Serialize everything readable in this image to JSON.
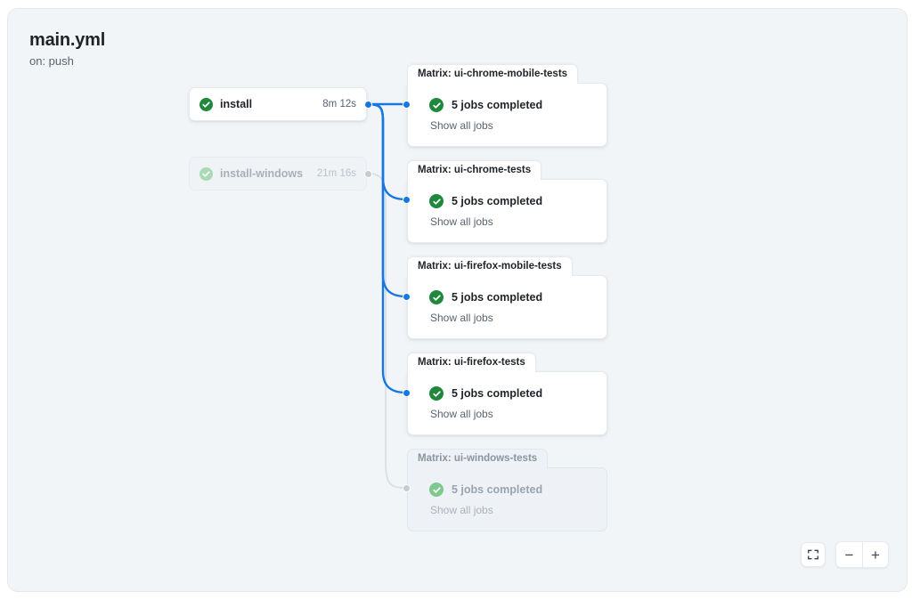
{
  "workflow": {
    "title": "main.yml",
    "trigger": "on: push"
  },
  "jobs": [
    {
      "id": "install",
      "name": "install",
      "duration": "8m 12s",
      "status": "success",
      "dimmed": false
    },
    {
      "id": "install-windows",
      "name": "install-windows",
      "duration": "21m 16s",
      "status": "success",
      "dimmed": true
    }
  ],
  "matrix_groups": [
    {
      "id": "ui-chrome-mobile-tests",
      "tab_label": "Matrix: ui-chrome-mobile-tests",
      "status_text": "5 jobs completed",
      "link_label": "Show all jobs",
      "status": "success",
      "dimmed": false
    },
    {
      "id": "ui-chrome-tests",
      "tab_label": "Matrix: ui-chrome-tests",
      "status_text": "5 jobs completed",
      "link_label": "Show all jobs",
      "status": "success",
      "dimmed": false
    },
    {
      "id": "ui-firefox-mobile-tests",
      "tab_label": "Matrix: ui-firefox-mobile-tests",
      "status_text": "5 jobs completed",
      "link_label": "Show all jobs",
      "status": "success",
      "dimmed": false
    },
    {
      "id": "ui-firefox-tests",
      "tab_label": "Matrix: ui-firefox-tests",
      "status_text": "5 jobs completed",
      "link_label": "Show all jobs",
      "status": "success",
      "dimmed": false
    },
    {
      "id": "ui-windows-tests",
      "tab_label": "Matrix: ui-windows-tests",
      "status_text": "5 jobs completed",
      "link_label": "Show all jobs",
      "status": "success",
      "dimmed": true
    }
  ],
  "controls": {
    "fit_view": "fit-view-icon",
    "zoom_out": "−",
    "zoom_in": "+"
  },
  "colors": {
    "canvas_bg": "#f2f5f8",
    "canvas_border": "#e3e8ef",
    "edge_active": "#1677e3",
    "edge_dimmed": "#d5dce4",
    "success_green": "#1f883d",
    "success_green_faded": "#7fc98f",
    "text_primary": "#1f2328",
    "text_muted": "#59636e",
    "text_dimmed": "#9aa4af",
    "card_border": "#e6eaf0"
  }
}
